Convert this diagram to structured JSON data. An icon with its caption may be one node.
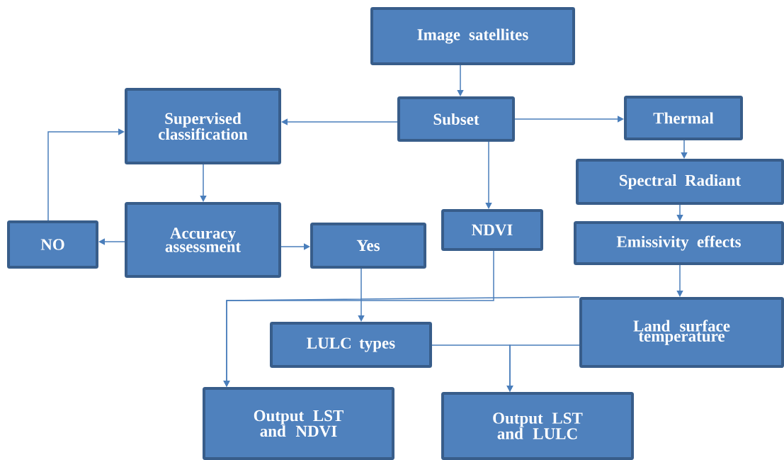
{
  "diagram": {
    "nodes": [
      {
        "text": [
          "Image satellites"
        ]
      },
      {
        "text": [
          "Supervised classification"
        ]
      },
      {
        "text": [
          "Subset"
        ]
      },
      {
        "text": [
          "Thermal"
        ]
      },
      {
        "text": [
          "Spectral Radiant"
        ]
      },
      {
        "text": [
          "NO"
        ]
      },
      {
        "text": [
          "Accuracy assessment"
        ]
      },
      {
        "text": [
          "Yes"
        ]
      },
      {
        "text": [
          "NDVI"
        ]
      },
      {
        "text": [
          "Emissivity effects"
        ]
      },
      {
        "text": [
          "Land surface temperature"
        ]
      },
      {
        "text": [
          "LULC types"
        ]
      },
      {
        "text": [
          "Output LST and NDVI"
        ]
      },
      {
        "text": [
          "Output LST and LULC"
        ]
      }
    ],
    "edges": [
      {
        "from": 0,
        "to": 2,
        "arrow": "to"
      },
      {
        "from": 2,
        "to": 1,
        "arrow": "to"
      },
      {
        "from": 2,
        "to": 3,
        "arrow": "to"
      },
      {
        "from": 2,
        "to": 8,
        "arrow": "to"
      },
      {
        "from": 3,
        "to": 4,
        "arrow": "to"
      },
      {
        "from": 4,
        "to": 9,
        "arrow": "to"
      },
      {
        "from": 9,
        "to": 10,
        "arrow": "to"
      },
      {
        "from": 1,
        "to": 6,
        "arrow": "to"
      },
      {
        "from": 6,
        "to": 5,
        "arrow": "to"
      },
      {
        "from": 6,
        "to": 7,
        "arrow": "to"
      },
      {
        "from": 5,
        "to": 1,
        "arrow": "to"
      },
      {
        "from": 7,
        "to": 11,
        "arrow": "to"
      },
      {
        "from": 8,
        "to": 12,
        "arrow": "to"
      },
      {
        "from": 10,
        "to": 12,
        "arrow": "to"
      },
      {
        "from": 11,
        "to": 13,
        "arrow": "to"
      },
      {
        "from": 10,
        "to": 13,
        "arrow": "to"
      }
    ]
  }
}
